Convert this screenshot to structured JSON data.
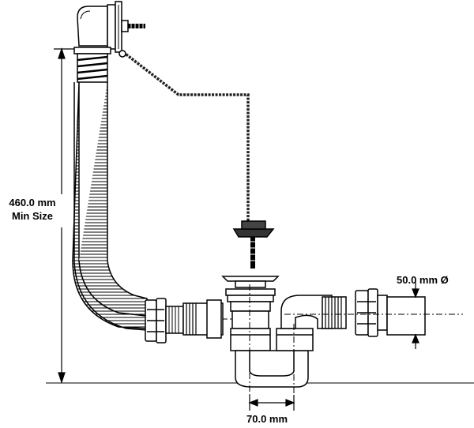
{
  "dimensions": {
    "min_height_value": "460.0 mm",
    "min_height_caption": "Min Size",
    "pipe_diameter": "50.0 mm Ø",
    "trap_spacing": "70.0 mm"
  },
  "colors": {
    "line": "#000000",
    "fill": "#ffffff",
    "shade": "#d0d0d0",
    "dark": "#333333",
    "dim": "#555555"
  }
}
